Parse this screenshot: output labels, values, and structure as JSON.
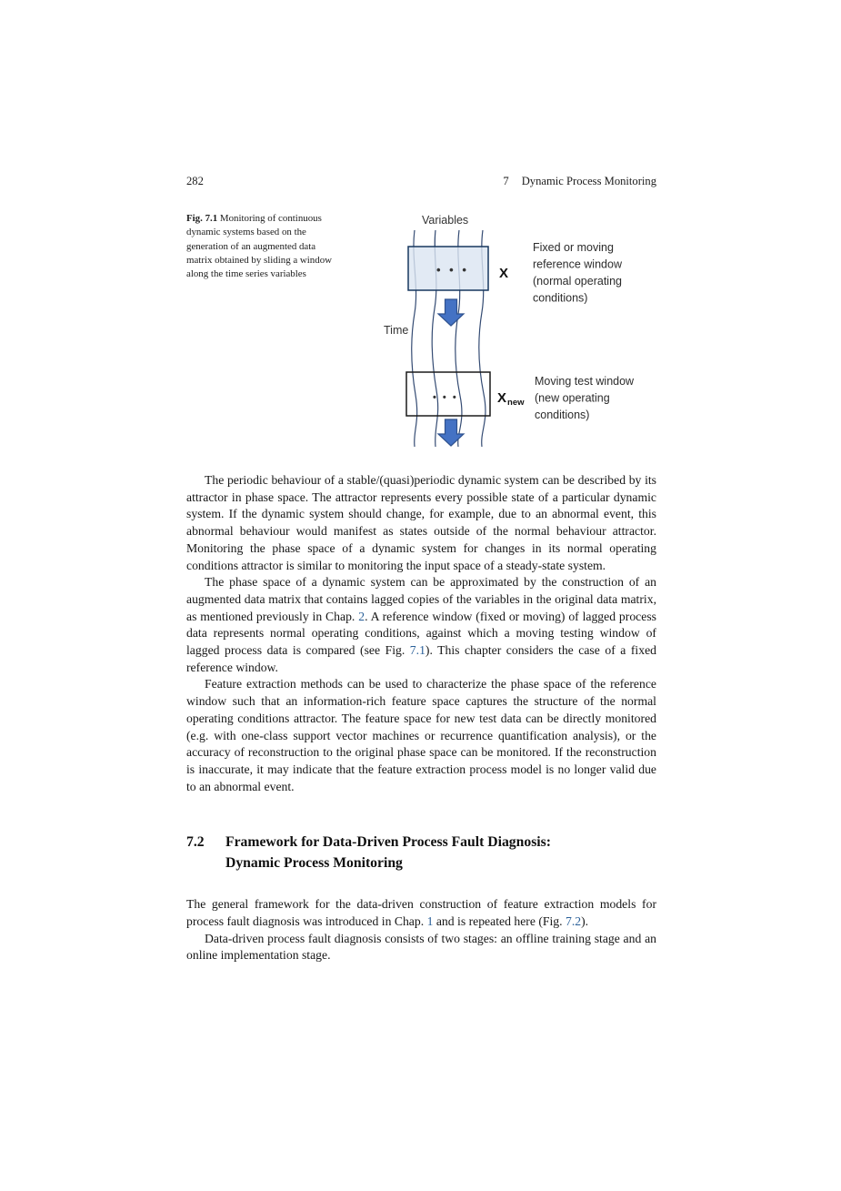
{
  "page": {
    "number": "282",
    "running_head": {
      "chapter_number": "7",
      "title": "Dynamic Process Monitoring"
    }
  },
  "figure": {
    "caption_label": "Fig. 7.1",
    "caption_text": " Monitoring of continuous dynamic systems based on the generation of an augmented data matrix obtained by sliding a window along the time series variables",
    "variables_label": "Variables",
    "time_label": "Time",
    "x_label": "X",
    "xnew_base": "X",
    "xnew_sub": "new",
    "dots_ref": "• • •",
    "dots_test": "• • •",
    "ref_window_lines": [
      "Fixed or moving",
      "reference window",
      "(normal operating",
      "conditions)"
    ],
    "test_window_lines": [
      "Moving test window",
      "(new operating",
      "conditions)"
    ],
    "colors": {
      "arrow_fill": "#4472c4",
      "arrow_stroke": "#2f528f",
      "box_fill": "#dbe5f1",
      "box_stroke": "#17375e",
      "test_box_stroke": "#1a1a1a",
      "series_line": "#1f3864"
    }
  },
  "body": {
    "p1": "The periodic behaviour of a stable/(quasi)periodic dynamic system can be described by its attractor in phase space. The attractor represents every possible state of a particular dynamic system. If the dynamic system should change, for example, due to an abnormal event, this abnormal behaviour would manifest as states outside of the normal behaviour attractor. Monitoring the phase space of a dynamic system for changes in its normal operating conditions attractor is similar to monitoring the input space of a steady-state system.",
    "p2": {
      "s0": "The phase space of a dynamic system can be approximated by the construction of an augmented data matrix that contains lagged copies of the variables in the original data matrix, as mentioned previously in Chap. ",
      "link1": "2",
      "s1": ". A reference window (fixed or moving) of lagged process data represents normal operating conditions, against which a moving testing window of lagged process data is compared (see Fig. ",
      "link2": "7.1",
      "s2": "). This chapter considers the case of a fixed reference window."
    },
    "p3": "Feature extraction methods can be used to characterize the phase space of the reference window such that an information-rich feature space captures the structure of the normal operating conditions attractor. The feature space for new test data can be directly monitored (e.g. with one-class support vector machines or recurrence quantification analysis), or the accuracy of reconstruction to the original phase space can be monitored. If the reconstruction is inaccurate, it may indicate that the feature extraction process model is no longer valid due to an abnormal event.",
    "section": {
      "number": "7.2",
      "title_line1": "Framework for Data-Driven Process Fault Diagnosis:",
      "title_line2": "Dynamic Process Monitoring"
    },
    "p4": {
      "s0": "The general framework for the data-driven construction of feature extraction models for process fault diagnosis was introduced in Chap. ",
      "link1": "1",
      "s1": " and is repeated here (Fig. ",
      "link2": "7.2",
      "s2": ")."
    },
    "p5": "Data-driven process fault diagnosis consists of two stages: an offline training stage and an online implementation stage."
  }
}
